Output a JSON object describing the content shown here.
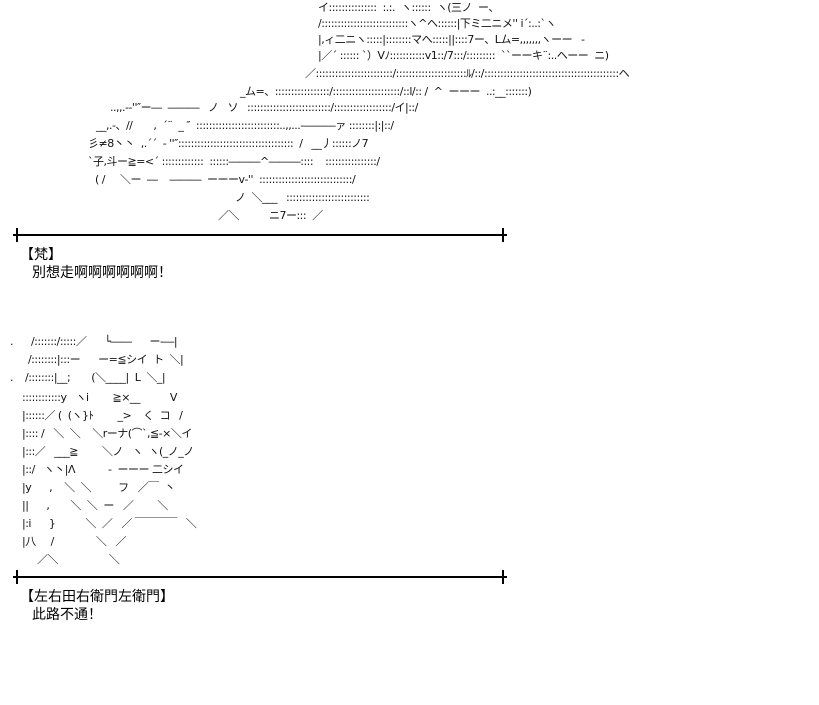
{
  "panel1": {
    "art": [
      "イ:::::::::::::::  :.:.  ヽ::::::  ヽ(三ノ  ー、",
      "/:::::::::::::::::::::::::::ヽ^ヘ::::::|下ミ二ニメ'' i´:..:`ヽ",
      "|,ィ二ニヽ:::::|::::::::マヘ:::::||::::7ー、Lム=,,,,,,,ヽーー   -",
      "|／´ :::::: `）Vﾉ:::::::::::v1::/7:::/:::::::::  ``ーーキ¨:..ヘーー  ニ)",
      "／::::::::::::::::::::::::/::::::::::::::::::::::ﾙ/::/::::::::::::::::::::::::::::::::::::::::::ヘ",
      "_ム=、:::::::::::::::::/:::::::::::::::::::::/::l/:: /  ^  ーーー  ..:__:::::::)",
      "..,,.-‐''″ー―  ―――   ノ   ソ   ::::::::::::::::::::::::::/::::::::::::::::::/イ|::/",
      "__,.-、//       ,  ´¨  _ ″  ::::::::::::::::::::::::::..,,...-―――ァ ::::::::|:|::/",
      "彡≠8丶丶  ,.´´  ‐ ''″::::::::::::::::::::::::::::::::::::  /   __丿::::::ノ7",
      "`子,斗ー≧=<´ :::::::::::::  ::::::―――^―――::::    ::::::::::::::::/",
      "( /     ＼ー  ―    ―――  ーーーv‐''  :::::::::::::::::::::::::::::/",
      "ノ  ＼___   ::::::::::::::::::::::::::",
      "／＼          ニ7ー:::  ／"
    ],
    "speaker": "【梵】",
    "line": "別想走啊啊啊啊啊啊！"
  },
  "panel2": {
    "art": [
      ".      /:::::::/:::::／      └――      ー-―|",
      "      /::::::::|:::ー      ー=≦シイ  ト  ＼|",
      ".    /::::::::|__;       (＼____|  L  ＼_|",
      "    ::::::::::::y   ヽi        ≧×__          V",
      "    |::::::／ (  (ヽ}ﾄ        _>    く  コ   /",
      "    |:::: /   ＼  ＼    ＼rーナ(⌒`,≦-×＼イ",
      "    |:::／   ___≧        ＼ノ   ヽ  ヽ(_ノ_ノ",
      "    |::/   ヽ丶|Λ           -  ーーー 二シイ",
      "    |y      ,    ＼  ＼         フ   ／￣  丶",
      "    ||      ,       ＼  ＼  ー   ／        ＼",
      "    |:i      }          ＼  ／   ／ ￣￣￣￣   ＼",
      "    |八     /              ＼   ／",
      "         ／＼                 ＼"
    ],
    "speaker": "【左右田右衛門左衛門】",
    "line": "此路不通！"
  }
}
